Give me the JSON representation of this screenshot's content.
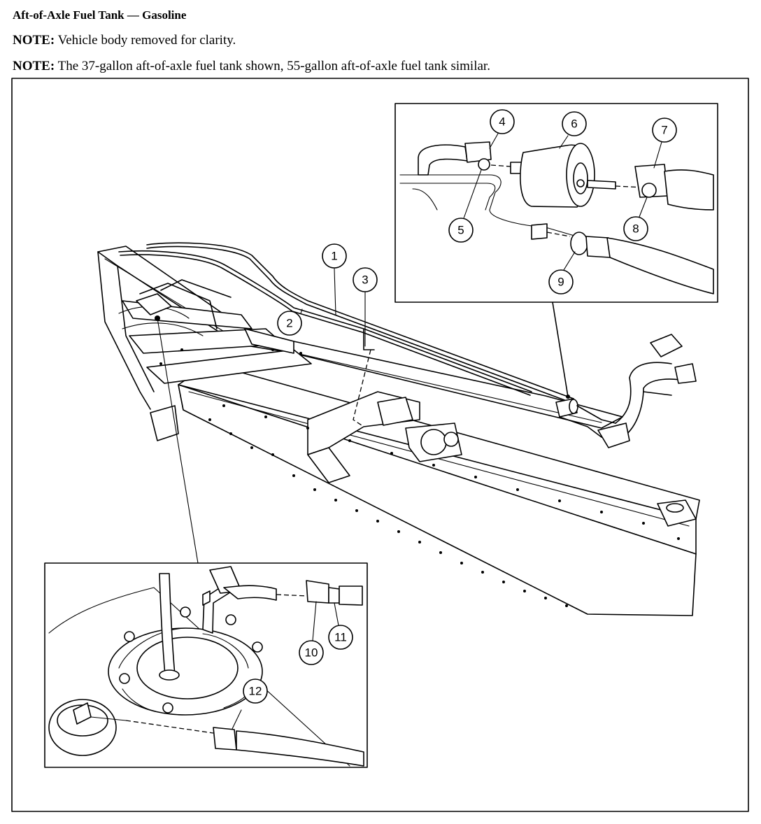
{
  "title": "Aft-of-Axle Fuel Tank — Gasoline",
  "notes": [
    {
      "label": "NOTE:",
      "text": " Vehicle body removed for clarity."
    },
    {
      "label": "NOTE:",
      "text": " The 37-gallon aft-of-axle fuel tank shown, 55-gallon aft-of-axle fuel tank similar."
    }
  ],
  "callouts": [
    "1",
    "2",
    "3",
    "4",
    "5",
    "6",
    "7",
    "8",
    "9",
    "10",
    "11",
    "12"
  ]
}
